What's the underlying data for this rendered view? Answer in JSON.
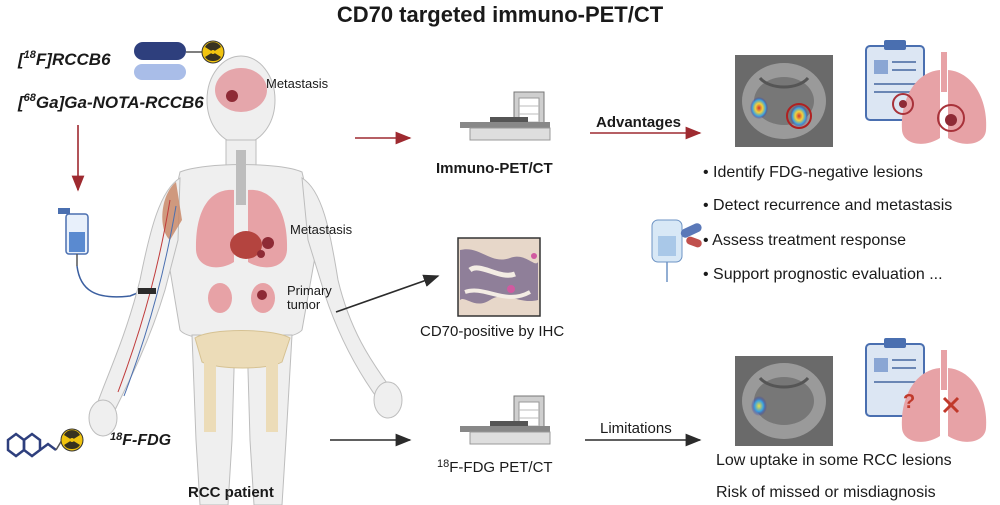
{
  "title": "CD70 targeted immuno-PET/CT",
  "tracers": {
    "tracer1_sup": "18",
    "tracer1_pre": "[",
    "tracer1_post": "F]RCCB6",
    "tracer2_pre": "[",
    "tracer2_sup": "68",
    "tracer2_post": "Ga]Ga-NOTA-RCCB6",
    "fdg_sup": "18",
    "fdg_post": "F-FDG"
  },
  "body_labels": {
    "metastasis_brain": "Metastasis",
    "metastasis_lung": "Metastasis",
    "primary_tumor_line1": "Primary",
    "primary_tumor_line2": "tumor",
    "patient": "RCC patient"
  },
  "center": {
    "immuno_pet": "Immuno-PET/CT",
    "ihc": "CD70-positive by IHC",
    "fdg_pet_sup": "18",
    "fdg_pet_post": "F-FDG PET/CT"
  },
  "advantages": {
    "label": "Advantages",
    "items": [
      "• Identify FDG-negative lesions",
      "• Detect recurrence and metastasis",
      "• Assess treatment response",
      "• Support prognostic evaluation ..."
    ]
  },
  "limitations": {
    "label": "Limitations",
    "items": [
      "Low uptake in some RCC lesions",
      "Risk of missed or misdiagnosis"
    ]
  },
  "colors": {
    "arrow_red": "#9e2a30",
    "arrow_black": "#2b2b2b",
    "body_skin": "#efefef",
    "organ_pink": "#e7a2a6",
    "bone": "#ecdcb8",
    "tumor_red": "#a8323a"
  }
}
